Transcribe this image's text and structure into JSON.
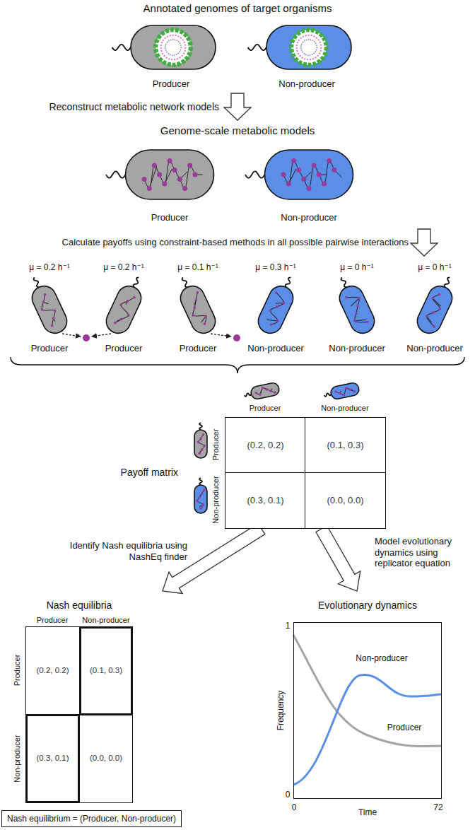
{
  "diagram": {
    "nodes": [
      {
        "text": [
          "Payoff matrix"
        ]
      },
      {
        "text": [
          "(0.2, 0.2)"
        ],
        "in": 0
      },
      {
        "text": [
          "(0.1, 0.3)"
        ],
        "in": 0
      },
      {
        "text": [
          "(0.3, 0.1)"
        ],
        "in": 0
      },
      {
        "text": [
          "(0.0, 0.0)"
        ],
        "in": 0
      },
      {
        "text": [
          "Nash equilibria"
        ]
      },
      {
        "text": [
          "(0.2, 0.2)"
        ],
        "in": 5
      },
      {
        "text": [
          "(0.1, 0.3)"
        ],
        "in": 5
      },
      {
        "text": [
          "(0.3, 0.1)"
        ],
        "in": 5
      },
      {
        "text": [
          "(0.0, 0.0)"
        ],
        "in": 5
      },
      {
        "text": [
          "Nash equilibrium = (Producer, Non-producer)"
        ]
      },
      {
        "text": [
          "Evolutionary dynamics"
        ]
      }
    ],
    "edges": [
      {
        "from": 0,
        "to": 5,
        "label": "Identify Nash equilibria using NashEq finder",
        "arrow": "to"
      },
      {
        "from": 0,
        "to": 11,
        "label": "Model evolutionary dynamics using replicator equation",
        "arrow": "to"
      }
    ],
    "labels": [
      "Annotated genomes of target organisms",
      "Producer",
      "Non-producer",
      "Reconstruct metabolic network models",
      "Genome-scale metabolic models",
      "Producer",
      "Non-producer",
      "Calculate payoffs using constraint-based methods in all possible pairwise interactions",
      "μ = 0.2 h⁻¹",
      "μ = 0.2 h⁻¹",
      "μ = 0.1 h⁻¹",
      "μ = 0.3 h⁻¹",
      "μ = 0 h⁻¹",
      "μ = 0 h⁻¹",
      "Producer",
      "Producer",
      "Producer",
      "Non-producer",
      "Non-producer",
      "Non-producer",
      "Producer",
      "Non-producer",
      "Producer",
      "Non-producer",
      "Producer",
      "Non-producer",
      "Producer",
      "Non-producer",
      "Non-producer",
      "Producer",
      "Frequency",
      "1",
      "0",
      "0",
      "72",
      "Time"
    ]
  }
}
